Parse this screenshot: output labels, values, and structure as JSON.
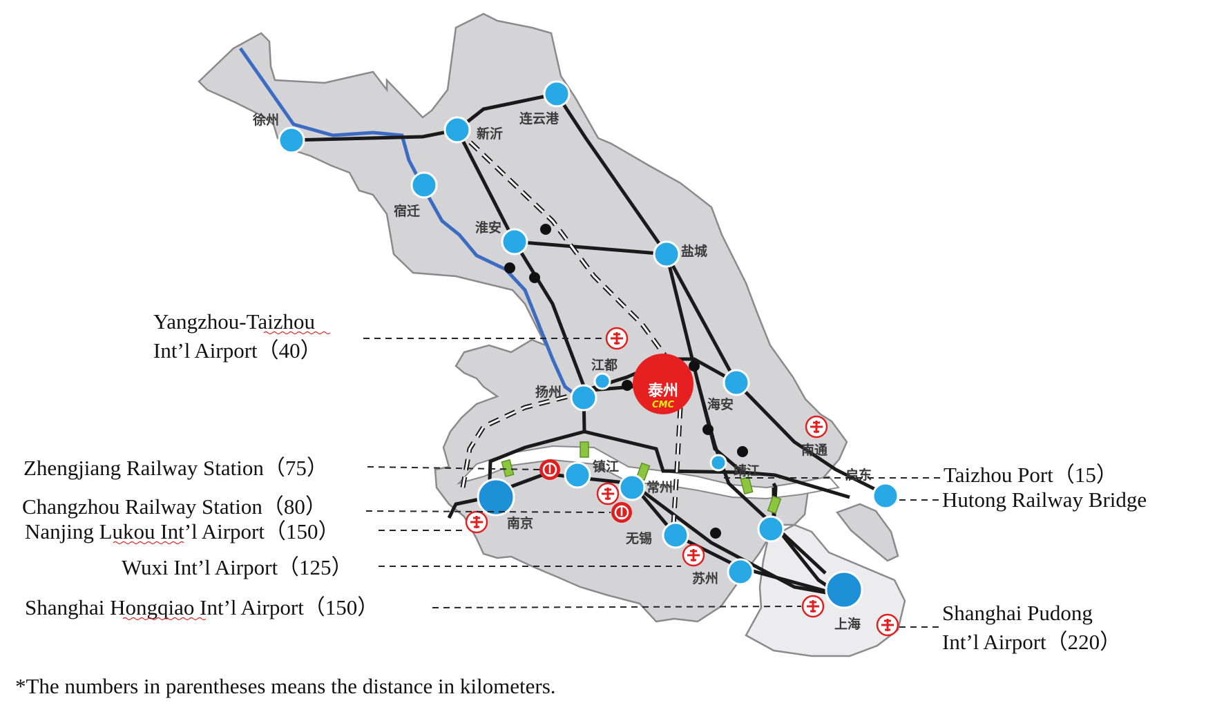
{
  "map": {
    "cities": {
      "xuzhou": "徐州",
      "xinyi": "新沂",
      "lianyungang": "连云港",
      "suqian": "宿迁",
      "huaian": "淮安",
      "yancheng": "盐城",
      "jiangdu": "江都",
      "yangzhou": "扬州",
      "taizhou": "泰州",
      "haian": "海安",
      "nantong": "南通",
      "qidong": "启东",
      "zhenjiang": "镇江",
      "changzhou": "常州",
      "jingjiang": "靖江",
      "nanjing": "南京",
      "wuxi": "无锡",
      "suzhou": "苏州",
      "shanghai": "上海"
    },
    "cmc_tag": "CMC",
    "colors": {
      "land": "#d4d4d6",
      "shanghai_land": "#ececee",
      "station": "#29a8e6",
      "major_station": "#1e90d8",
      "rail": "#1a1a1a",
      "blue_rail": "#3b6cc2",
      "cmc": "#e62020",
      "bridge": "#8cc63f"
    }
  },
  "callouts": {
    "yangzhou_taizhou_line1": "Yangzhou-Taizhou",
    "yangzhou_taizhou_line2": "Int’l  Airport（40）",
    "zhenjiang": "Zhengjiang Railway Station（75）",
    "changzhou": "Changzhou Railway Station（80）",
    "nanjing": "Nanjing Lukou Int’l Airport（150）",
    "wuxi": "Wuxi Int’l Airport（125）",
    "hongqiao": "Shanghai Hongqiao Int’l Airport（150）",
    "taizhou_port": "Taizhou Port（15）",
    "hutong": "Hutong Railway Bridge",
    "pudong_line1": "Shanghai Pudong",
    "pudong_line2": "Int’l Airport（220）"
  },
  "footnote": "*The numbers in parentheses means the distance in kilometers."
}
